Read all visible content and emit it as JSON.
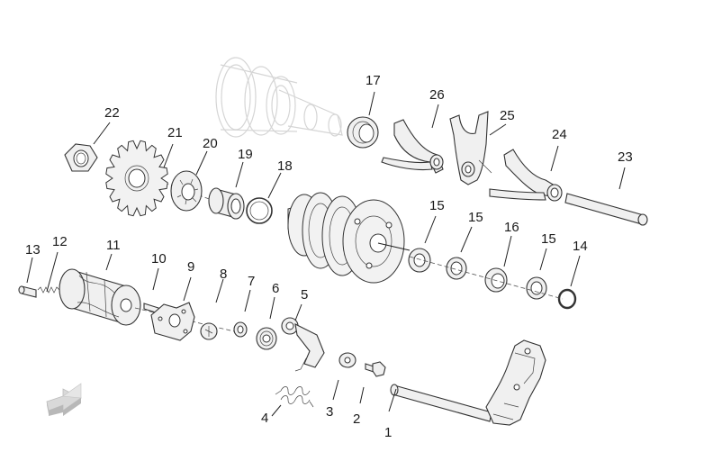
{
  "labels": [
    "1",
    "2",
    "3",
    "4",
    "5",
    "6",
    "7",
    "8",
    "9",
    "10",
    "11",
    "12",
    "13",
    "14",
    "15",
    "15",
    "15",
    "16",
    "17",
    "18",
    "19",
    "20",
    "21",
    "22",
    "23",
    "24",
    "25",
    "26"
  ]
}
